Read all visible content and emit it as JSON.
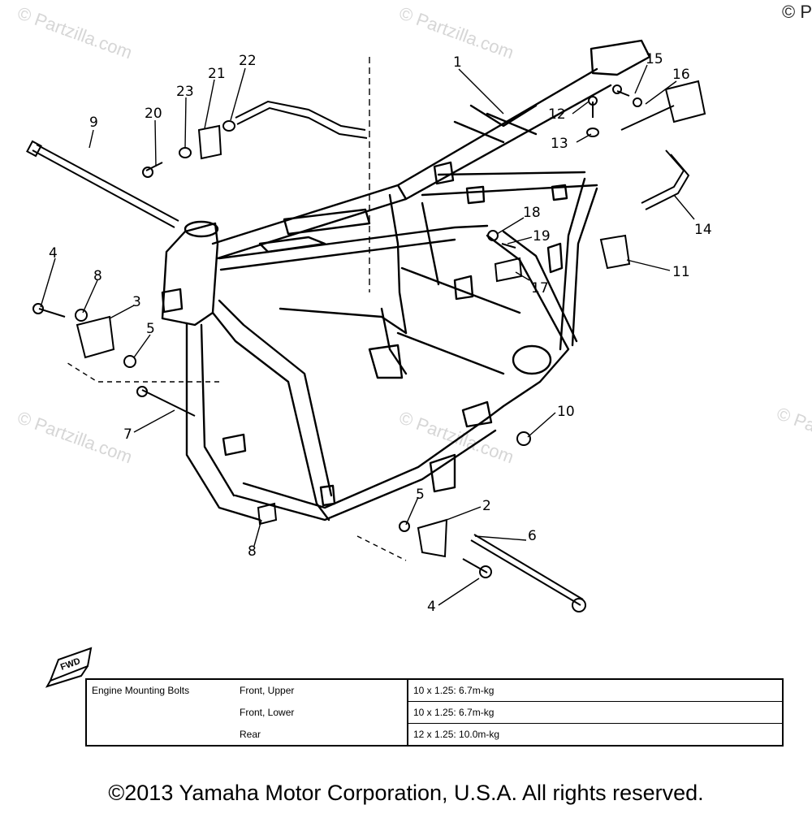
{
  "watermark": {
    "text": "© Partzilla.com",
    "corner": "© P"
  },
  "callouts": [
    "1",
    "2",
    "3",
    "4",
    "4",
    "5",
    "5",
    "6",
    "7",
    "8",
    "8",
    "9",
    "10",
    "11",
    "12",
    "13",
    "14",
    "15",
    "16",
    "17",
    "18",
    "19",
    "20",
    "21",
    "22",
    "23"
  ],
  "fwd_label": "FWD",
  "spec_table": {
    "label": "Engine Mounting Bolts",
    "rows": [
      {
        "position": "Front, Upper",
        "spec": "10 x 1.25: 6.7m-kg"
      },
      {
        "position": "Front, Lower",
        "spec": "10 x 1.25: 6.7m-kg"
      },
      {
        "position": "Rear",
        "spec": "12 x 1.25: 10.0m-kg"
      }
    ]
  },
  "copyright": "©2013 Yamaha Motor Corporation, U.S.A. All rights reserved."
}
